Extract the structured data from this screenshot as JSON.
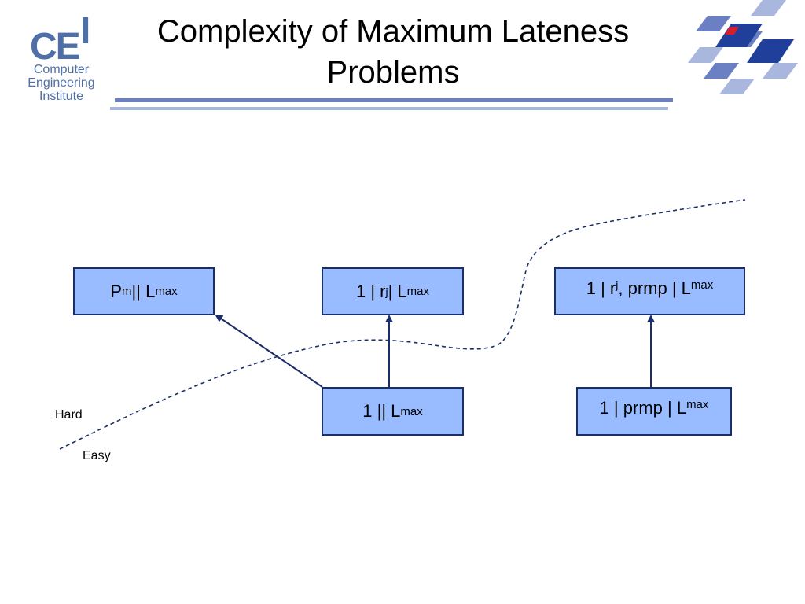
{
  "logo": {
    "mark_ce": "CE",
    "mark_i": "I",
    "line1": "Computer",
    "line2": "Engineering",
    "line3": "Institute"
  },
  "title": {
    "line1": "Complexity of Maximum Lateness",
    "line2": "Problems"
  },
  "nodes": {
    "pm": {
      "main": "P",
      "sub": "m",
      "mid": " || L",
      "sub2": "max"
    },
    "rj": {
      "main": "1 | r",
      "sub": "j",
      "mid": " | L",
      "sub2": "max"
    },
    "rj_prmp": {
      "main": "1 | r",
      "sub": "j",
      "mid": " , prmp | L",
      "sub2": "max"
    },
    "base": {
      "main": "1 || L",
      "sub2": "max"
    },
    "prmp": {
      "main": "1 | prmp | L",
      "sub2": "max"
    }
  },
  "labels": {
    "hard": "Hard",
    "easy": "Easy"
  },
  "colors": {
    "box_fill": "#99bbff",
    "box_border": "#1a2f6a",
    "arrow": "#1a2f6a",
    "accent": "#4f6fa8"
  }
}
